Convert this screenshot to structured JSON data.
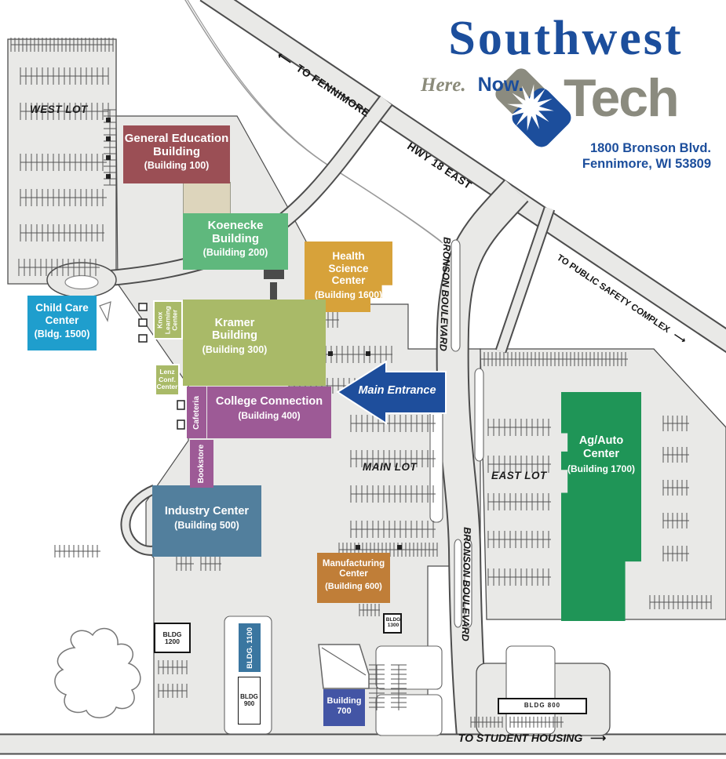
{
  "logo": {
    "word1": "Southwest",
    "tag_here": "Here.",
    "tag_now": "Now.",
    "word2": "Tech",
    "addr1": "1800 Bronson Blvd.",
    "addr2": "Fennimore, WI 53809",
    "blue": "#1c4e9c",
    "gray": "#8b8b7a"
  },
  "icons": {
    "arrow_left": "⟵",
    "arrow_right": "⟶"
  },
  "buildings": {
    "gen_ed": {
      "name": "General Education Building",
      "num": "(Building 100)",
      "color": "#9b4f55"
    },
    "koenecke": {
      "name": "Koenecke Building",
      "num": "(Building 200)",
      "color": "#5fb87d"
    },
    "health": {
      "name": "Health Science Center",
      "num": "(Building 1600)",
      "color": "#d7a23a"
    },
    "kramer": {
      "name": "Kramer Building",
      "num": "(Building 300)",
      "color": "#a9ba68"
    },
    "knox": {
      "name": "Knox Learning Center",
      "color": "#a9ba68"
    },
    "lenz": {
      "name": "Lenz Conf. Center",
      "color": "#a9ba68"
    },
    "cafeteria": {
      "name": "Cafeteria",
      "color": "#9d5a96"
    },
    "college": {
      "name": "College Connection",
      "num": "(Building 400)",
      "color": "#9d5a96"
    },
    "bookstore": {
      "name": "Bookstore",
      "color": "#9d5a96"
    },
    "industry": {
      "name": "Industry Center",
      "num": "(Building 500)",
      "color": "#527f9d"
    },
    "manufacturing": {
      "name": "Manufacturing Center",
      "num": "(Building 600)",
      "color": "#c07e38"
    },
    "agauto": {
      "name": "Ag/Auto Center",
      "num": "(Building 1700)",
      "color": "#1f9557"
    },
    "childcare": {
      "name": "Child Care Center",
      "num": "(Bldg. 1500)",
      "color": "#1f9ecd"
    },
    "b700": {
      "name": "Building 700",
      "color": "#4355a5"
    },
    "b1100": {
      "name": "BLDG. 1100",
      "color": "#3a76a0"
    },
    "b1200": {
      "name": "BLDG 1200"
    },
    "b900": {
      "name": "BLDG 900"
    },
    "b1300": {
      "name": "BLDG 1300"
    },
    "b800": {
      "name": "BLDG 800"
    }
  },
  "lots": {
    "west": "WEST LOT",
    "main": "MAIN LOT",
    "east": "EAST LOT"
  },
  "roads": {
    "bronson_upper": "BRONSON BOULEVARD",
    "bronson_lower": "BRONSON BOULEVARD",
    "to_fennimore": "TO FENNIMORE",
    "hwy18": "HWY 18 EAST",
    "public_safety": "TO PUBLIC SAFETY COMPLEX",
    "student_housing": "TO STUDENT HOUSING",
    "main_entrance": "Main Entrance"
  }
}
